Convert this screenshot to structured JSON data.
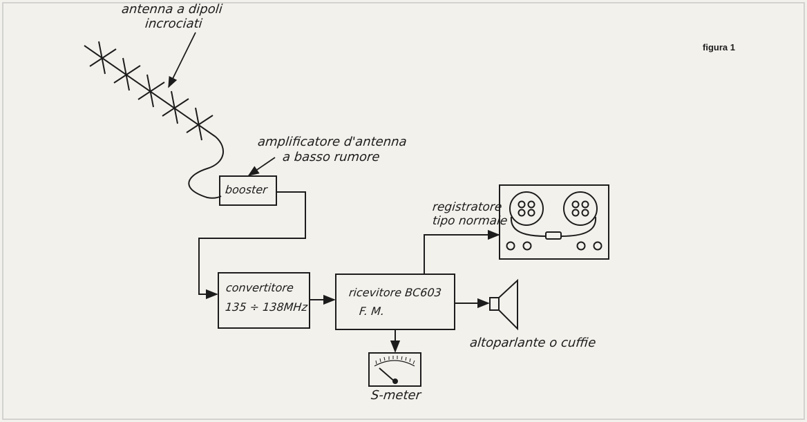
{
  "figure_label": "figura 1",
  "labels": {
    "antenna_line1": "antenna a dipoli",
    "antenna_line2": "incrociati",
    "amplifier_line1": "amplificatore d'antenna",
    "amplifier_line2": "a basso rumore",
    "booster": "booster",
    "converter_line1": "convertitore",
    "converter_line2": "135 ÷ 138MHz",
    "receiver_line1": "ricevitore BC603",
    "receiver_line2": "F. M.",
    "recorder_line1": "registratore",
    "recorder_line2": "tipo normale",
    "speaker": "altoparlante o cuffie",
    "smeter": "S-meter"
  },
  "colors": {
    "background": "#f3f1ec",
    "ink": "#1c1c1c",
    "border": "#c8c8c8"
  }
}
